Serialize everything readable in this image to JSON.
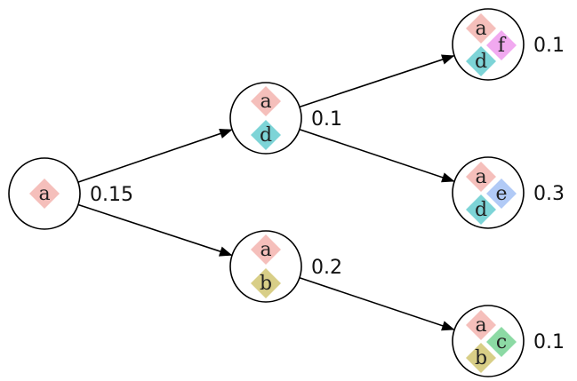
{
  "colors": {
    "a": "#f4b8b4",
    "b": "#d4c97a",
    "c": "#7fd69a",
    "d": "#6fcfd3",
    "e": "#a9c4f5",
    "f": "#f0a0ee"
  },
  "nodes": [
    {
      "id": "n0",
      "items": [
        "a"
      ],
      "prob": "0.15"
    },
    {
      "id": "n1",
      "items": [
        "a",
        "d"
      ],
      "prob": "0.1"
    },
    {
      "id": "n2",
      "items": [
        "a",
        "b"
      ],
      "prob": "0.2"
    },
    {
      "id": "n3",
      "items": [
        "a",
        "d",
        "f"
      ],
      "prob": "0.1"
    },
    {
      "id": "n4",
      "items": [
        "a",
        "d",
        "e"
      ],
      "prob": "0.3"
    },
    {
      "id": "n5",
      "items": [
        "a",
        "b",
        "c"
      ],
      "prob": "0.1"
    }
  ],
  "edges": [
    {
      "from": "n0",
      "to": "n1"
    },
    {
      "from": "n0",
      "to": "n2"
    },
    {
      "from": "n1",
      "to": "n3"
    },
    {
      "from": "n1",
      "to": "n4"
    },
    {
      "from": "n2",
      "to": "n5"
    }
  ]
}
